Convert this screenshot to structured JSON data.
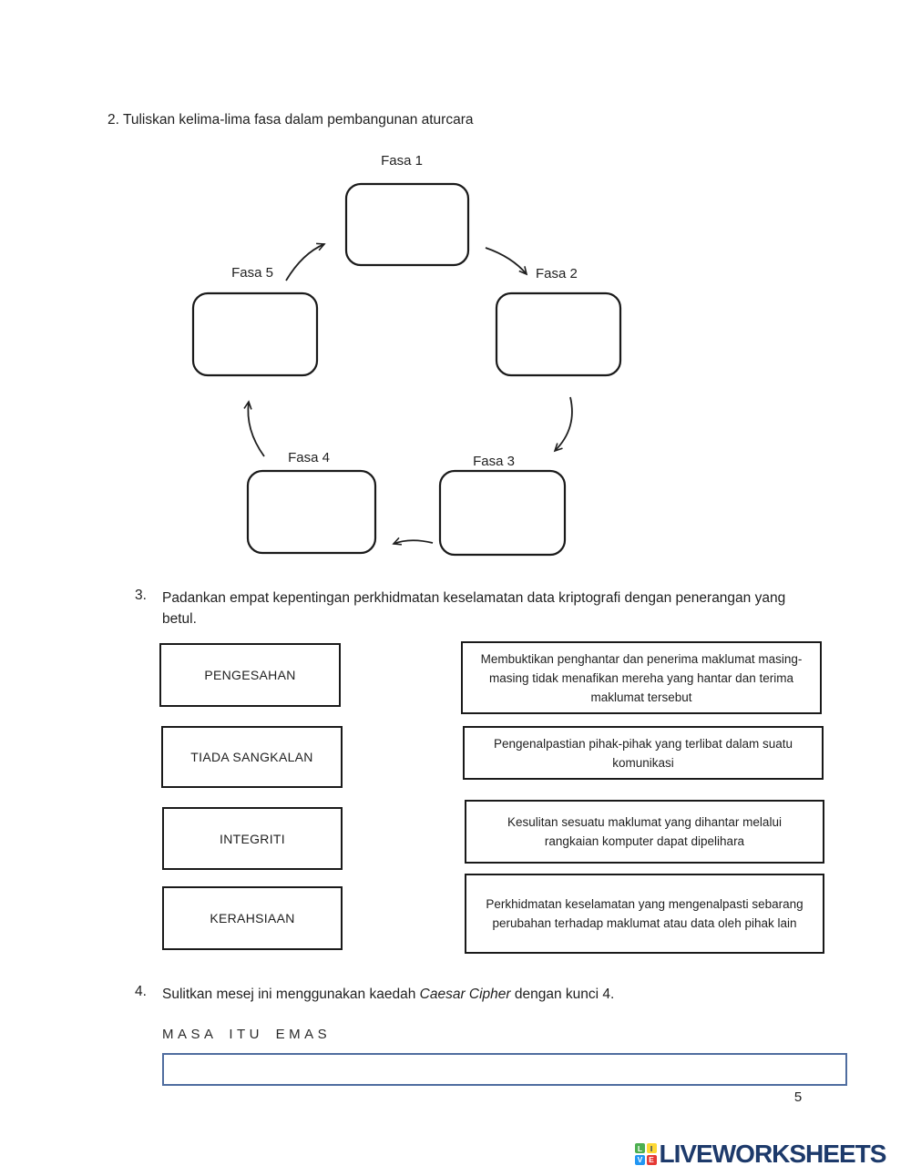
{
  "colors": {
    "ink": "#1f1f1f",
    "box_border": "#1a1a1a",
    "answer_border": "#4f6d9f",
    "brand_navy": "#1d3a6b",
    "icon_green": "#4caf50",
    "icon_yellow": "#fdd835",
    "icon_blue": "#2196f3",
    "icon_red": "#e53935"
  },
  "q2": {
    "title": "2. Tuliskan kelima-lima fasa dalam pembangunan aturcara",
    "phases": [
      "Fasa 1",
      "Fasa 2",
      "Fasa 3",
      "Fasa 4",
      "Fasa 5"
    ]
  },
  "q3": {
    "number": "3.",
    "title": "Padankan empat kepentingan perkhidmatan keselamatan data kriptografi dengan penerangan yang betul.",
    "terms": [
      "PENGESAHAN",
      "TIADA SANGKALAN",
      "INTEGRITI",
      "KERAHSIAAN"
    ],
    "descriptions": [
      "Membuktikan penghantar dan penerima maklumat masing-masing tidak menafikan mereha yang hantar dan terima maklumat tersebut",
      "Pengenalpastian pihak-pihak yang terlibat dalam suatu komunikasi",
      "Kesulitan sesuatu maklumat yang dihantar melalui rangkaian komputer dapat dipelihara",
      "Perkhidmatan keselamatan yang mengenalpasti sebarang perubahan terhadap maklumat atau data oleh pihak lain"
    ]
  },
  "q4": {
    "number": "4.",
    "title_before": "Sulitkan mesej ini menggunakan kaedah ",
    "title_italic": "Caesar Cipher",
    "title_after": " dengan kunci 4.",
    "message": "MASA ITU EMAS",
    "answer_value": ""
  },
  "page": {
    "number": "5"
  },
  "footer": {
    "brand": "LIVEWORKSHEETS",
    "icon_name": "liveworksheets-grid-icon",
    "icon_letters": [
      "L",
      "I",
      "V",
      "E"
    ]
  }
}
